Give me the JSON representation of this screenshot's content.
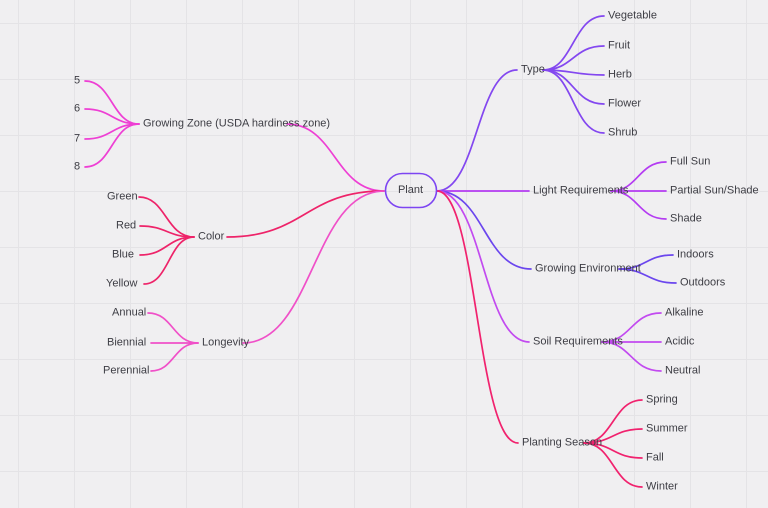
{
  "canvas": {
    "background": "#f0eff1",
    "grid_color": "#e4e3e6"
  },
  "root": {
    "label": "Plant",
    "border_color": "#7d45f2"
  },
  "branches": [
    {
      "id": "type",
      "label": "Type",
      "color": "#8347f0",
      "children": [
        "Vegetable",
        "Fruit",
        "Herb",
        "Flower",
        "Shrub"
      ]
    },
    {
      "id": "light",
      "label": "Light Requirements",
      "color": "#b43bf2",
      "children": [
        "Full Sun",
        "Partial Sun/Shade",
        "Shade"
      ]
    },
    {
      "id": "environment",
      "label": "Growing Environment",
      "color": "#6b46ee",
      "children": [
        "Indoors",
        "Outdoors"
      ]
    },
    {
      "id": "soil",
      "label": "Soil Requirements",
      "color": "#c24af0",
      "children": [
        "Alkaline",
        "Acidic",
        "Neutral"
      ]
    },
    {
      "id": "season",
      "label": "Planting Season",
      "color": "#f1226e",
      "children": [
        "Spring",
        "Summer",
        "Fall",
        "Winter"
      ]
    },
    {
      "id": "zone",
      "label": "Growing Zone (USDA hardiness zone)",
      "color": "#ee3fd4",
      "children": [
        "5",
        "6",
        "7",
        "8"
      ]
    },
    {
      "id": "color",
      "label": "Color",
      "color": "#ee2369",
      "children": [
        "Green",
        "Red",
        "Blue",
        "Yellow"
      ]
    },
    {
      "id": "longevity",
      "label": "Longevity",
      "color": "#f050c8",
      "children": [
        "Annual",
        "Biennial",
        "Perennial"
      ]
    }
  ]
}
